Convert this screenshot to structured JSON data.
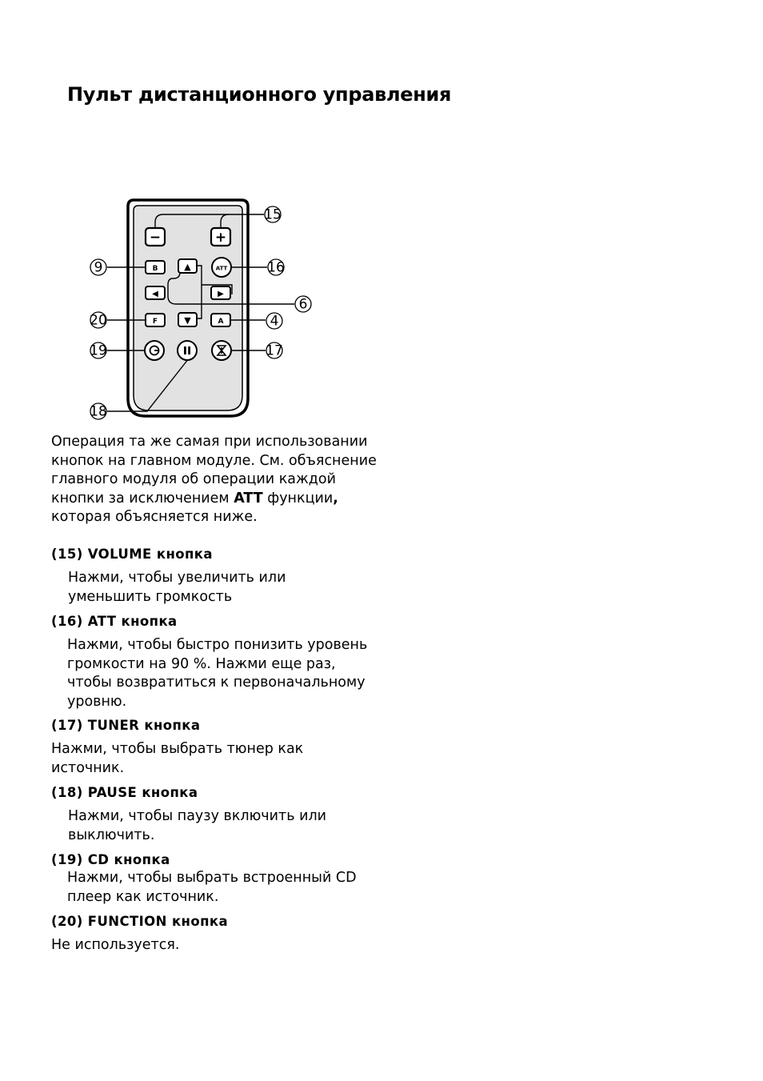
{
  "page": {
    "title": "Пульт дистанционного управления"
  },
  "remote": {
    "buttons": {
      "minus": "−",
      "plus": "+",
      "b": "B",
      "att": "ATT",
      "up": "▲",
      "left": "◀",
      "right": "▶",
      "down": "▼",
      "f": "F",
      "a": "A",
      "cd": "cd-icon",
      "pause": "pause-icon",
      "tuner": "tuner-icon"
    },
    "callouts": {
      "c15": "⑮",
      "c16": "⑯",
      "c9": "⑨",
      "c6": "⑥",
      "c20": "⑳",
      "c4": "④",
      "c19": "⑲",
      "c17": "⑰",
      "c18": "⑱"
    }
  },
  "intro": {
    "text_before": "Операция та же самая при использовании кнопок на главном модуле. См. объяснение главного модуля об операции каждой кнопки за исключением ",
    "bold_att": "ATT",
    "text_after": " функции",
    "bold_comma": ",",
    "text_end": " которая объясняется ниже."
  },
  "sections": [
    {
      "heading": "(15) VOLUME кнопка",
      "body": "Нажми, чтобы увеличить или уменьшить громкость"
    },
    {
      "heading": "(16) ATT кнопка",
      "body": "Нажми, чтобы быстро понизить уровень громкости на 90 %. Нажми еще раз, чтобы возвратиться к первоначальному уровню."
    },
    {
      "heading": "(17) TUNER кнопка",
      "body": "Нажми, чтобы выбрать тюнер как источник."
    },
    {
      "heading": "(18)  PAUSE кнопка",
      "body": "Нажми, чтобы паузу включить или выключить."
    },
    {
      "heading": "(19)  CD кнопка",
      "body": "Нажми, чтобы выбрать встроенный CD плеер как источник."
    },
    {
      "heading": "(20)  FUNCTION кнопка",
      "body": "Не используется."
    }
  ]
}
